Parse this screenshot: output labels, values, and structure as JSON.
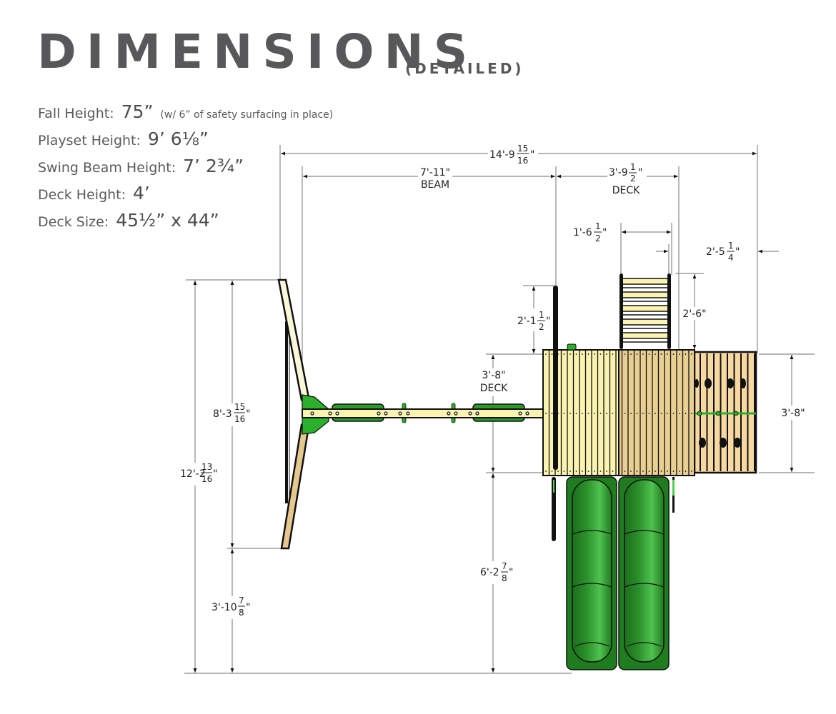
{
  "header": {
    "title": "DIMENSIONS",
    "subtitle": "(DETAILED)"
  },
  "specs": [
    {
      "label": "Fall Height:",
      "value": "75”",
      "note": "(w/ 6” of safety surfacing in place)"
    },
    {
      "label": "Playset Height:",
      "value": "9’ 6⅛”",
      "note": ""
    },
    {
      "label": "Swing Beam Height:",
      "value": "7’ 2¾”",
      "note": ""
    },
    {
      "label": "Deck Height:",
      "value": "4’",
      "note": ""
    },
    {
      "label": "Deck Size:",
      "value": "45½” x 44”",
      "note": ""
    }
  ],
  "dimensions": {
    "overall_width": {
      "whole": "14'-9",
      "num": "15",
      "den": "16",
      "unit": "\""
    },
    "beam_length": {
      "whole": "7'-11\"",
      "label": "BEAM"
    },
    "deck_width": {
      "whole": "3'-9",
      "num": "1",
      "den": "2",
      "unit": "\"",
      "label": "DECK"
    },
    "ladder_width": {
      "whole": "1'-6",
      "num": "1",
      "den": "2",
      "unit": "\""
    },
    "rock_wall_offset": {
      "whole": "2'-5",
      "num": "1",
      "den": "4",
      "unit": "\""
    },
    "pole_height_above_deck": {
      "whole": "2'-1",
      "num": "1",
      "den": "2",
      "unit": "\""
    },
    "ladder_length": {
      "whole": "2'-6\""
    },
    "deck_depth": {
      "whole": "3'-8\"",
      "label": "DECK"
    },
    "rock_wall_depth": {
      "whole": "3'-8\""
    },
    "overall_depth": {
      "whole": "12'-2",
      "num": "13",
      "den": "16",
      "unit": "\""
    },
    "aframe_span": {
      "whole": "8'-3",
      "num": "15",
      "den": "16",
      "unit": "\""
    },
    "aframe_to_ground": {
      "whole": "3'-10",
      "num": "7",
      "den": "8",
      "unit": "\""
    },
    "slide_extension": {
      "whole": "6'-2",
      "num": "7",
      "den": "8",
      "unit": "\""
    }
  },
  "colors": {
    "title": "#58585a",
    "wood_light": "#fbf3b0",
    "wood_mid": "#e9cf92",
    "wood_tan": "#f5d9a0",
    "slide_green": "#2f9e2f",
    "bracket_green": "#2bb02b",
    "dim_line": "#8a8a8a"
  }
}
